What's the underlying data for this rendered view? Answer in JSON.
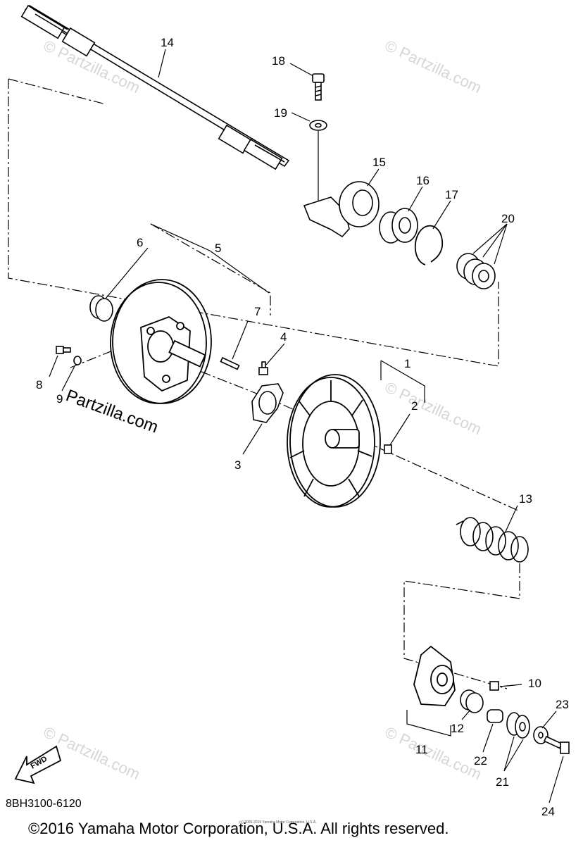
{
  "diagram": {
    "part_labels": [
      "1",
      "2",
      "3",
      "4",
      "5",
      "6",
      "7",
      "8",
      "9",
      "10",
      "11",
      "12",
      "13",
      "14",
      "15",
      "16",
      "17",
      "18",
      "19",
      "20",
      "21",
      "22",
      "23",
      "24"
    ],
    "fwd_label": "FWD",
    "watermark": "© Partzilla.com",
    "watermark_main": "Partzilla.com",
    "drawing_code": "8BH3100-6120",
    "copyright": "©2016 Yamaha Motor Corporation, U.S.A. All rights reserved.",
    "fine_print": "(c) 2005-2016 Yamaha Motor Corporation, U.S.A."
  }
}
